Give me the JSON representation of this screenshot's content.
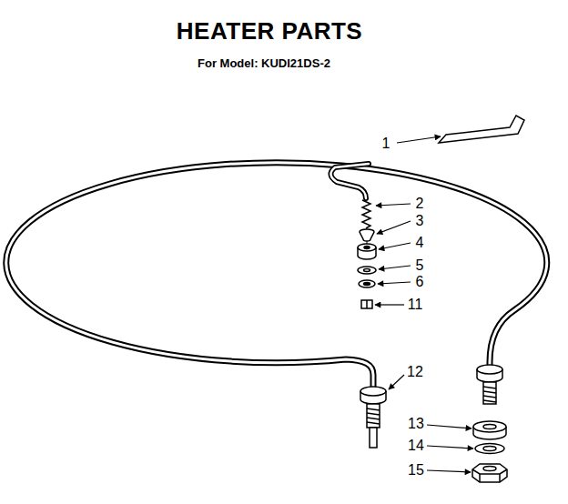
{
  "diagram": {
    "title": "HEATER PARTS",
    "labels": [
      "For Model: KUDI21DS-2",
      "1",
      "2",
      "3",
      "4",
      "5",
      "6",
      "11",
      "12",
      "13",
      "14",
      "15"
    ]
  }
}
